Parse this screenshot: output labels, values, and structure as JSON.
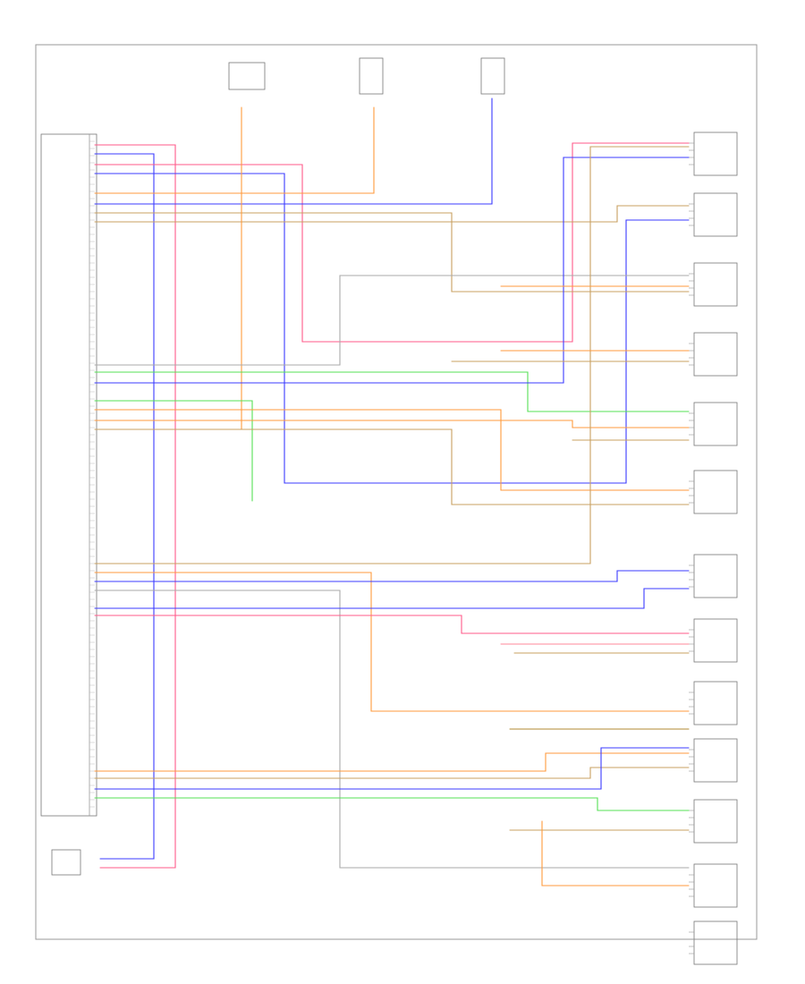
{
  "diagram": {
    "page_id": "",
    "control_module": {
      "label": ""
    },
    "top_components": [
      {
        "id": "ignition",
        "label": ""
      },
      {
        "id": "module-top-2",
        "label": ""
      },
      {
        "id": "module-top-3",
        "label": ""
      }
    ],
    "bottom_left_component": {
      "label": ""
    },
    "sensors": [
      {
        "id": "sensor-1",
        "label": ""
      },
      {
        "id": "sensor-2",
        "label": ""
      },
      {
        "id": "sensor-3",
        "label": ""
      },
      {
        "id": "sensor-4",
        "label": ""
      },
      {
        "id": "sensor-5",
        "label": ""
      },
      {
        "id": "sensor-6",
        "label": ""
      },
      {
        "id": "sensor-7",
        "label": ""
      },
      {
        "id": "sensor-8",
        "label": ""
      },
      {
        "id": "sensor-9",
        "label": ""
      },
      {
        "id": "sensor-10",
        "label": ""
      },
      {
        "id": "sensor-11",
        "label": ""
      },
      {
        "id": "sensor-12",
        "label": ""
      },
      {
        "id": "sensor-13",
        "label": ""
      },
      {
        "id": "sensor-14",
        "label": ""
      },
      {
        "id": "sensor-15",
        "label": ""
      }
    ],
    "ground_labels": [
      {
        "id": "ground-1",
        "label": ""
      },
      {
        "id": "ground-2",
        "label": ""
      }
    ],
    "wire_colors": {
      "red": "#ff5a8a",
      "blue": "#3b3bff",
      "orange": "#ff9a3c",
      "tan": "#c8a060",
      "green": "#55e055",
      "gray": "#aaaaaa",
      "dark_tan": "#b08a30",
      "pink": "#ff8a9a"
    }
  }
}
